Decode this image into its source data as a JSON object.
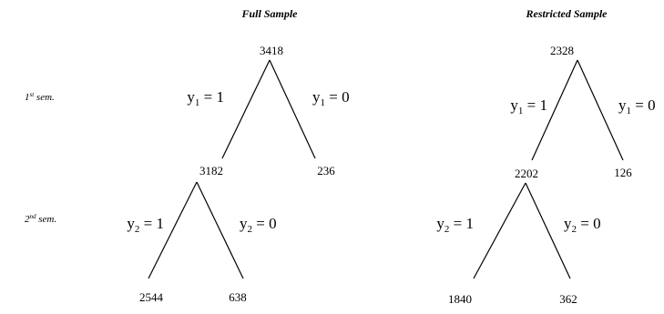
{
  "panels": [
    {
      "title": "Full Sample",
      "root": "3418",
      "level1": {
        "left": "3182",
        "right": "236"
      },
      "level2": {
        "left": "2544",
        "right": "638"
      }
    },
    {
      "title": "Restricted Sample",
      "root": "2328",
      "level1": {
        "left": "2202",
        "right": "126"
      },
      "level2": {
        "left": "1840",
        "right": "362"
      }
    }
  ],
  "rows": {
    "first": {
      "prefix": "1",
      "sup": "st",
      "suffix": " sem."
    },
    "second": {
      "prefix": "2",
      "sup": "nd",
      "suffix": "  sem."
    }
  },
  "edges": {
    "y1": {
      "var": "y",
      "sub": "1",
      "left_rhs": " = 1",
      "right_rhs": " = 0"
    },
    "y2": {
      "var": "y",
      "sub": "2",
      "left_rhs": " = 1",
      "right_rhs": " = 0"
    }
  }
}
